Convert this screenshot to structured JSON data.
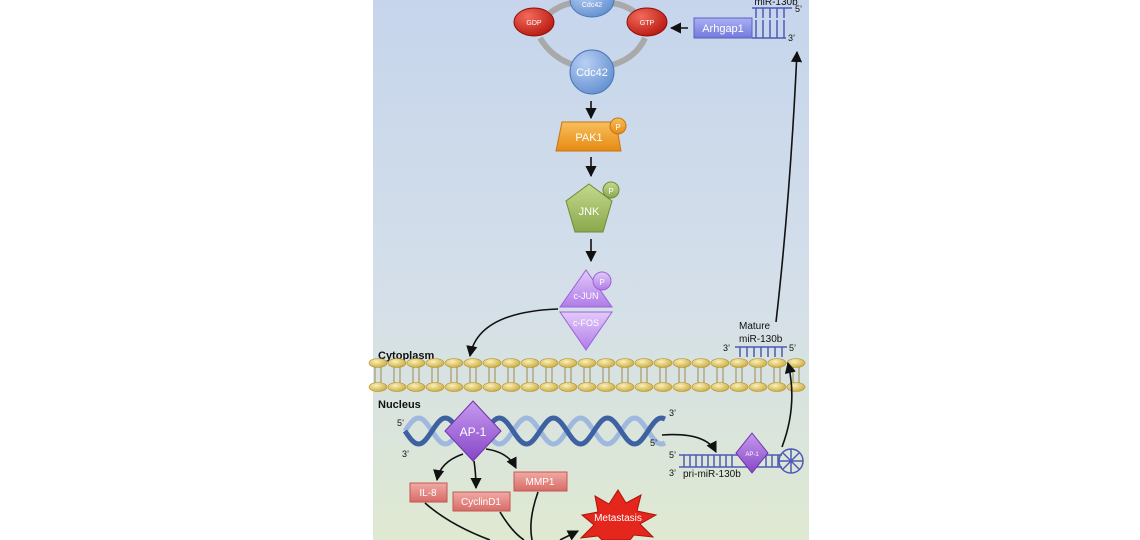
{
  "diagram": {
    "nodes": {
      "cdc42_top": "Cdc42",
      "gdp": "GDP",
      "gtp": "GTP",
      "cdc42": "Cdc42",
      "pak1": "PAK1",
      "jnk": "JNK",
      "cjun": "c-JUN",
      "cfos": "c-FOS",
      "ap1": "AP-1",
      "ap1_small": "AP-1",
      "arhgap1": "Arhgap1",
      "il8": "IL-8",
      "cyclind1": "CyclinD1",
      "mmp1": "MMP1",
      "metastasis": "Metastasis"
    },
    "phospho": "P",
    "labels": {
      "cytoplasm": "Cytoplasm",
      "nucleus": "Nucleus",
      "mature_line1": "Mature",
      "mature_line2": "miR-130b",
      "mir_top": "miR-130b",
      "pri_mir": "pri-miR-130b"
    },
    "ends": {
      "five": "5’",
      "three": "3’"
    },
    "colors": {
      "background_top": "#c9d7ec",
      "background_bottom": "#dde8d3",
      "cdc42": "#7aa3dd",
      "gtpase": "#d4190f",
      "pak1": "#f2a127",
      "jnk": "#a8c36a",
      "ap1": "#9d57d6",
      "arhgap1": "#8c93e6",
      "target_box": "#e48a86",
      "metastasis": "#e4261d",
      "membrane": "#e8cf6c",
      "dna_dark": "#3e61a2",
      "dna_light": "#9fb8de"
    }
  }
}
